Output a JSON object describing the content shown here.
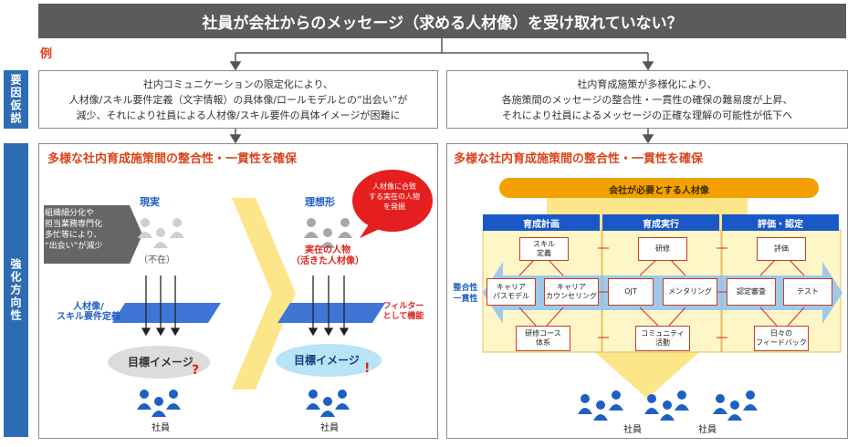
{
  "title": "社員が会社からのメッセージ（求める人材像）を受け取れていない？",
  "example_label": "例",
  "side_labels": {
    "factor": "要因仮説",
    "strengthen": "強化方向性"
  },
  "factors": {
    "left": [
      "社内コミュニケーションの限定化により、",
      "人材像/スキル要件定義（文字情報）の具体像/ロールモデルとの“出会い”が",
      "減少、それにより社員による人材像/スキル要件の具体イメージが困難に"
    ],
    "right": [
      "社内育成施策が多様化により、",
      "各施策間のメッセージの整合性・一貫性の確保の難易度が上昇、",
      "それにより社員によるメッセージの正確な理解の可能性が低下へ"
    ]
  },
  "left_panel": {
    "heading": "多様な社内育成施策間の整合性・一貫性を確保",
    "reality": "現実",
    "ideal": "理想形",
    "causes": [
      "組織細分化や",
      "担当業務専門化",
      "多忙等により、",
      "“出会い”が減少"
    ],
    "absent": "（不在）",
    "real_person": [
      "実在の人物",
      "（活きた人材像）"
    ],
    "bubble": [
      "人材像に合致",
      "する実在の人物",
      "を発掘"
    ],
    "plane_label": [
      "人材像/",
      "スキル要件定義"
    ],
    "filter_label": [
      "フィルター",
      "として機能"
    ],
    "target_image": "目標イメージ",
    "question_mark": "?",
    "exclamation": "!",
    "employee": "社員"
  },
  "right_panel": {
    "heading": "多様な社内育成施策間の整合性・一貫性を確保",
    "banner": "会社が必要とする人材像",
    "columns": [
      "育成計画",
      "育成実行",
      "評価・認定"
    ],
    "consistency": [
      "整合性",
      "一貫性"
    ],
    "nodes": {
      "skill_def": [
        "スキル",
        "定義"
      ],
      "career_path": [
        "キャリア",
        "パスモデル"
      ],
      "career_counseling": [
        "キャリア",
        "カウンセリング"
      ],
      "training_course": [
        "研修コース",
        "体系"
      ],
      "kenshu": [
        "研修"
      ],
      "ojt": [
        "OJT"
      ],
      "mentoring": [
        "メンタリング"
      ],
      "community": [
        "コミュニティ",
        "活動"
      ],
      "evaluation": [
        "評価"
      ],
      "cert_review": [
        "認定審査"
      ],
      "test": [
        "テスト"
      ],
      "feedback": [
        "日々の",
        "フィードバック"
      ]
    },
    "employee": "社員"
  },
  "colors": {
    "title_bg": "#5b5b5b",
    "side_bg": "#2d6cb3",
    "accent_red": "#d9441b",
    "blue": "#1b58c7",
    "orange": "#f09a00",
    "yellow": "#fde68a"
  }
}
